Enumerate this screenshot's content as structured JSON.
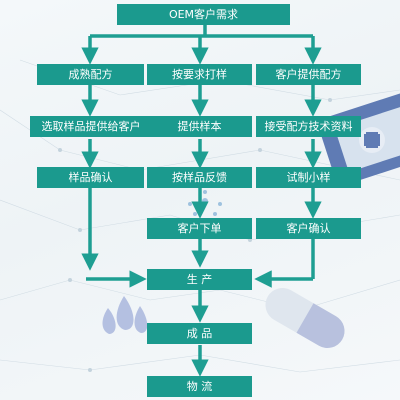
{
  "colors": {
    "box_fill": "#1b9a8e",
    "arrow": "#1e9e92",
    "box_text": "#ffffff"
  },
  "flowchart": {
    "top": "OEM客户需求",
    "branches": [
      "成熟配方",
      "按要求打样",
      "客户提供配方"
    ],
    "row2": [
      "选取样品提供给客户",
      "提供样本",
      "接受配方技术资料"
    ],
    "row3": [
      "样品确认",
      "按样品反馈",
      "试制小样"
    ],
    "row4": [
      "客户下单",
      "客户确认"
    ],
    "steps": [
      "生 产",
      "成 品",
      "物 流"
    ]
  },
  "decor_icons": [
    "water-drops-icon",
    "capsule-pill-icon",
    "medical-cross-icon",
    "molecule-icon"
  ]
}
